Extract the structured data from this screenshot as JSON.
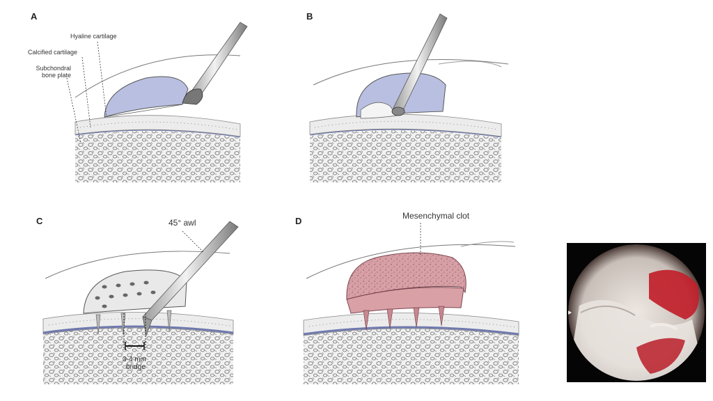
{
  "panels": {
    "a": {
      "label": "A",
      "annotations": {
        "hyaline": "Hyaline cartilage",
        "calcified": "Calcified cartilage",
        "subchondral": "Subchondral bone plate"
      }
    },
    "b": {
      "label": "B"
    },
    "c": {
      "label": "C",
      "annotations": {
        "awl": "45° awl",
        "bridge_1": "3-4 mm",
        "bridge_2": "bridge"
      }
    },
    "d": {
      "label": "D",
      "annotations": {
        "clot": "Mesenchymal clot"
      }
    }
  },
  "colors": {
    "cartilage": "#b9bfe0",
    "clot": "#d9a0a6",
    "bone": "#e4e4e4",
    "photo_blood": "#c0202a"
  }
}
